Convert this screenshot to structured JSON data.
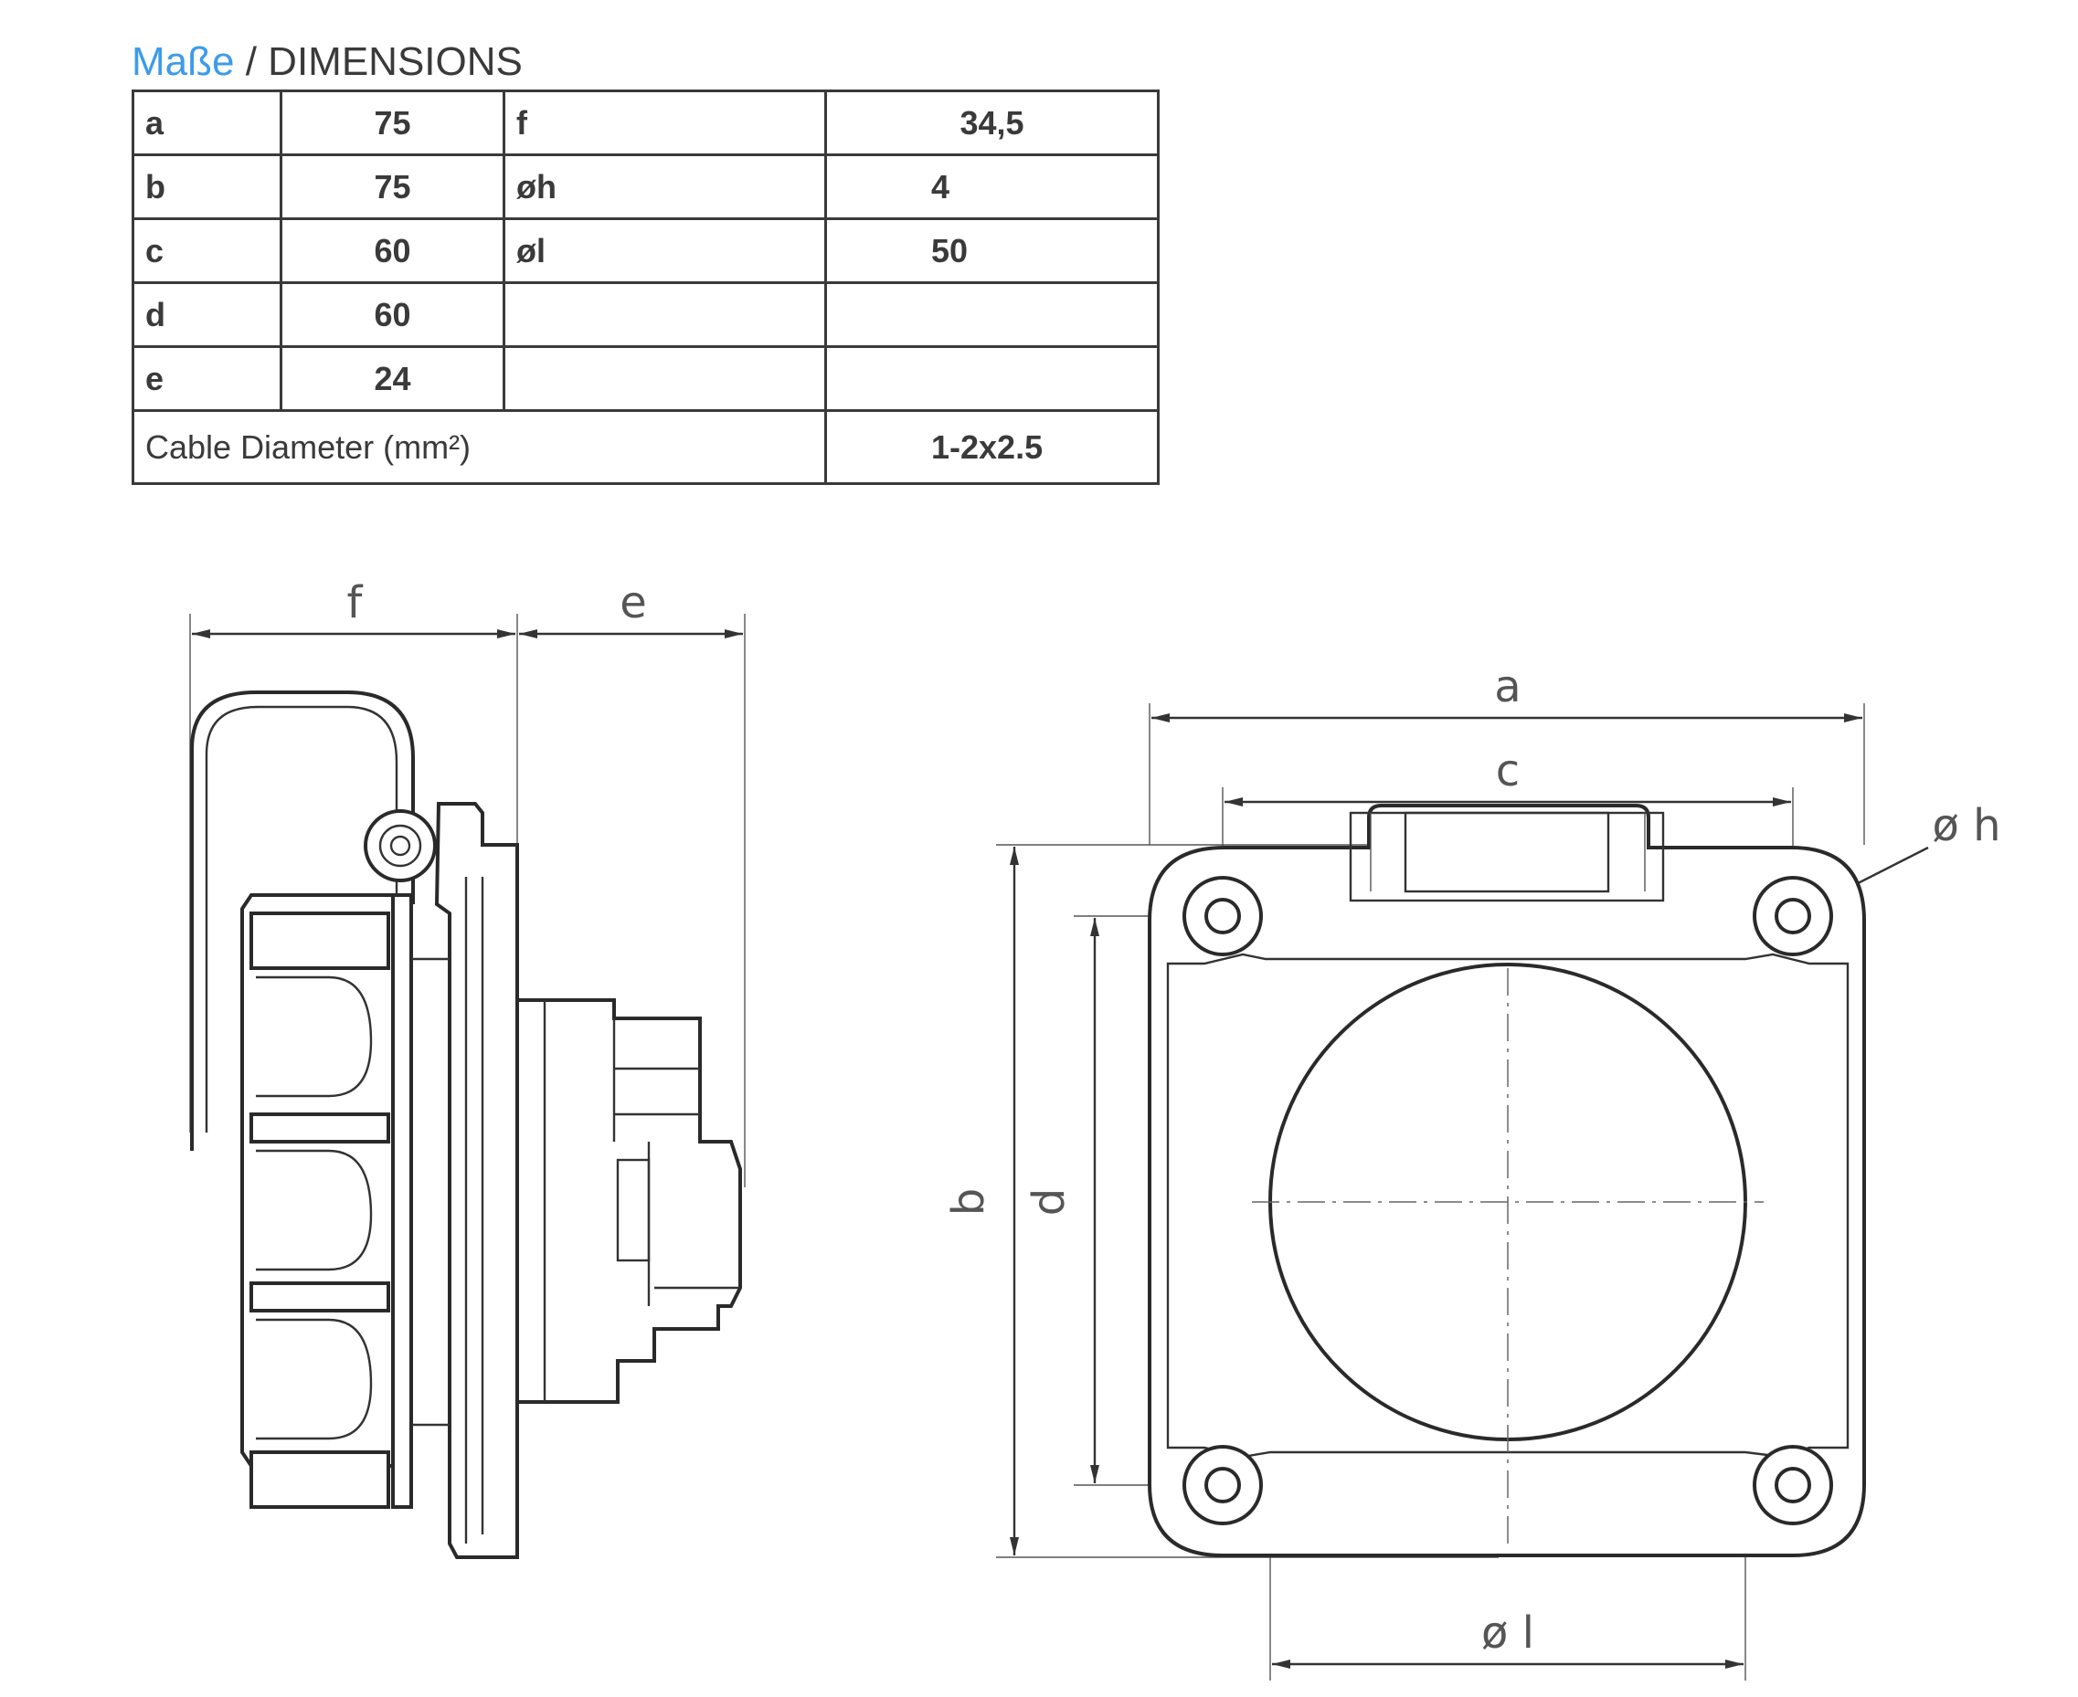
{
  "heading": {
    "de": "Maße",
    "sep": " / ",
    "en": "DIMENSIONS"
  },
  "table": {
    "rows": [
      {
        "k1": "a",
        "v1": "75",
        "k2": "f",
        "v2": "34,5"
      },
      {
        "k1": "b",
        "v1": "75",
        "k2": "øh",
        "v2": "4"
      },
      {
        "k1": "c",
        "v1": "60",
        "k2": "øl",
        "v2": "50"
      },
      {
        "k1": "d",
        "v1": "60",
        "k2": "",
        "v2": ""
      },
      {
        "k1": "e",
        "v1": "24",
        "k2": "",
        "v2": ""
      }
    ],
    "cable": {
      "label": "Cable Diameter (mm²)",
      "value": "1-2x2.5"
    }
  },
  "drawing": {
    "side_labels": {
      "f": "f",
      "e": "e"
    },
    "front_labels": {
      "a": "a",
      "c": "c",
      "b": "b",
      "d": "d",
      "h": "ø h",
      "l": "ø l"
    }
  }
}
